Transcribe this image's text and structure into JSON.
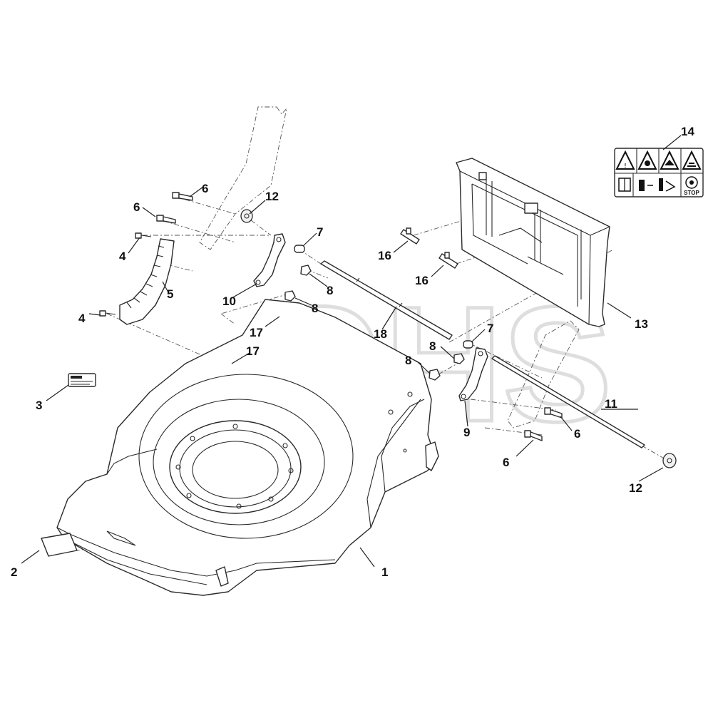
{
  "watermark": "GHS",
  "stop_label": "STOP",
  "callouts": [
    {
      "id": "c1",
      "label": "1"
    },
    {
      "id": "c2",
      "label": "2"
    },
    {
      "id": "c3",
      "label": "3"
    },
    {
      "id": "c4a",
      "label": "4"
    },
    {
      "id": "c4b",
      "label": "4"
    },
    {
      "id": "c5",
      "label": "5"
    },
    {
      "id": "c6a",
      "label": "6"
    },
    {
      "id": "c6b",
      "label": "6"
    },
    {
      "id": "c6c",
      "label": "6"
    },
    {
      "id": "c6d",
      "label": "6"
    },
    {
      "id": "c7a",
      "label": "7"
    },
    {
      "id": "c7b",
      "label": "7"
    },
    {
      "id": "c8a",
      "label": "8"
    },
    {
      "id": "c8b",
      "label": "8"
    },
    {
      "id": "c8c",
      "label": "8"
    },
    {
      "id": "c8d",
      "label": "8"
    },
    {
      "id": "c9",
      "label": "9"
    },
    {
      "id": "c10",
      "label": "10"
    },
    {
      "id": "c11",
      "label": "11"
    },
    {
      "id": "c12a",
      "label": "12"
    },
    {
      "id": "c12b",
      "label": "12"
    },
    {
      "id": "c13",
      "label": "13"
    },
    {
      "id": "c14",
      "label": "14"
    },
    {
      "id": "c16a",
      "label": "16"
    },
    {
      "id": "c16b",
      "label": "16"
    },
    {
      "id": "c17a",
      "label": "17"
    },
    {
      "id": "c17b",
      "label": "17"
    },
    {
      "id": "c18",
      "label": "18"
    }
  ]
}
